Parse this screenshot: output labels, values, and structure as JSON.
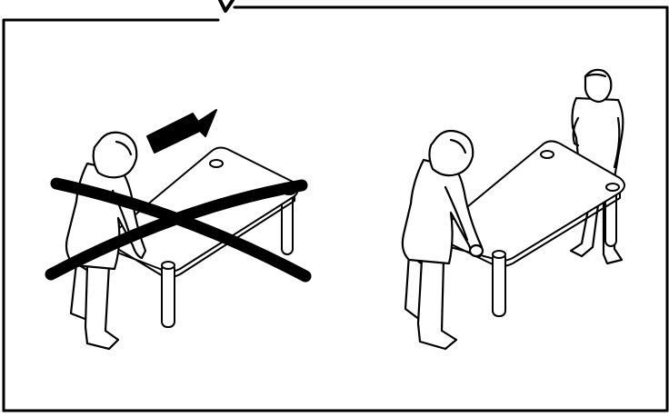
{
  "diagram": {
    "panels": [
      {
        "id": "incorrect",
        "description_icon": "crossed-out-single-person-lift",
        "status": "prohibited"
      },
      {
        "id": "correct",
        "description_icon": "two-person-lift",
        "status": "recommended"
      }
    ],
    "colors": {
      "ink": "#000000",
      "paper": "#ffffff"
    }
  }
}
